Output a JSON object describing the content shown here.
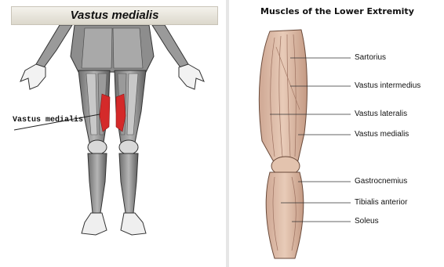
{
  "left_panel": {
    "title": "Vastus medialis",
    "label": "Vastus medialis",
    "highlight_color": "#d42a2a"
  },
  "right_panel": {
    "title": "Muscles of the Lower Extremity",
    "labels": [
      "Sartorius",
      "Vastus intermedius",
      "Vastus lateralis",
      "Vastus medialis",
      "Gastrocnemius",
      "Tibialis anterior",
      "Soleus"
    ]
  }
}
